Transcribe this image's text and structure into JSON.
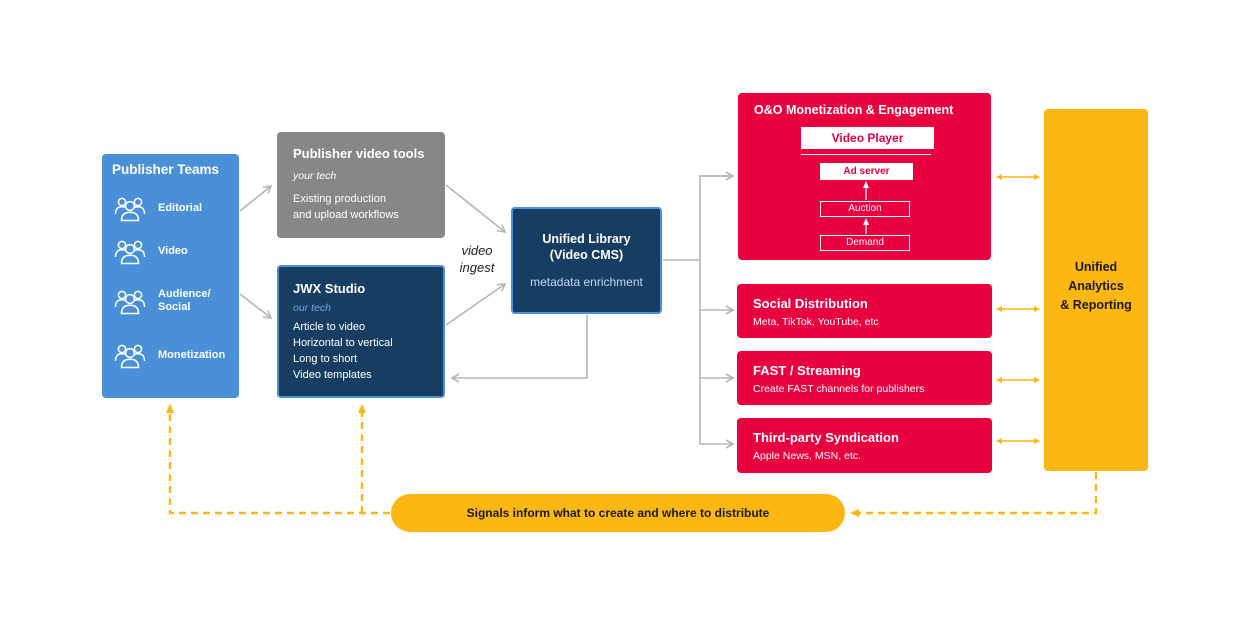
{
  "publisher_teams": {
    "title": "Publisher Teams",
    "teams": [
      "Editorial",
      "Video",
      "Audience/\nSocial",
      "Monetization"
    ],
    "icon": "people-group-icon"
  },
  "video_tools": {
    "title": "Publisher video tools",
    "tagline": "your tech",
    "lines": [
      "Existing production",
      "and upload workflows"
    ]
  },
  "jwx_studio": {
    "title": "JWX Studio",
    "tagline": "our tech",
    "lines": [
      "Article to video",
      "Horizontal to vertical",
      "Long to short",
      "Video templates"
    ]
  },
  "ingest_label": "video\ningest",
  "unified_library": {
    "title_line1": "Unified Library",
    "title_line2": "(Video CMS)",
    "subtitle": "metadata enrichment"
  },
  "oo_monetization": {
    "title": "O&O Monetization & Engagement",
    "video_player": "Video Player",
    "ad_server": "Ad server",
    "auction": "Auction",
    "demand": "Demand"
  },
  "distribution": [
    {
      "title": "Social Distribution",
      "subtitle": "Meta, TikTok, YouTube, etc"
    },
    {
      "title": "FAST / Streaming",
      "subtitle": "Create FAST channels for publishers"
    },
    {
      "title": "Third-party Syndication",
      "subtitle": "Apple News, MSN, etc."
    }
  ],
  "analytics": {
    "title": "Unified\nAnalytics\n& Reporting"
  },
  "signals": {
    "label": "Signals inform what to create and where to distribute"
  },
  "colors": {
    "blue": "#4a90d9",
    "navy": "#173d63",
    "gray": "#878787",
    "red": "#e8003f",
    "yellow": "#fcb712",
    "connector_gray": "#b5b5b5"
  }
}
